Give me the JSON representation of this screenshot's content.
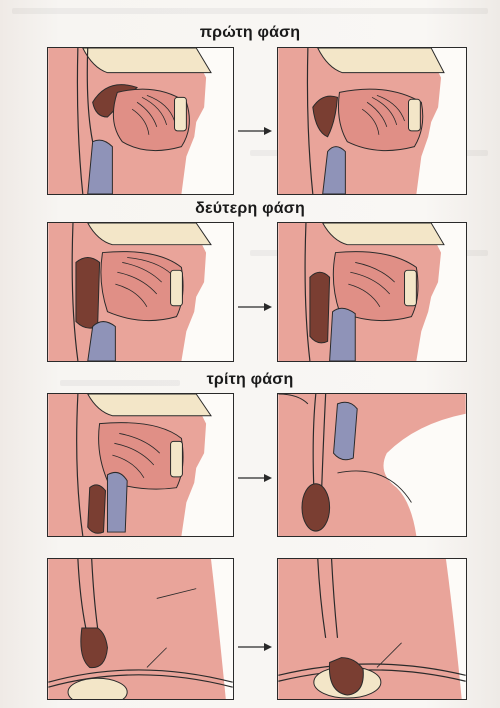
{
  "phases": [
    {
      "title": "πρώτη φάση"
    },
    {
      "title": "δεύτερη φάση"
    },
    {
      "title": "τρίτη φάση"
    }
  ],
  "colors": {
    "tissue": "#e9a49a",
    "tissue_dark": "#d98a80",
    "bolus": "#7a3e32",
    "cartilage": "#8f93b8",
    "bone": "#f3e6c8",
    "outline": "#2a2a2a"
  },
  "icons": [
    "arrow-right-icon"
  ]
}
